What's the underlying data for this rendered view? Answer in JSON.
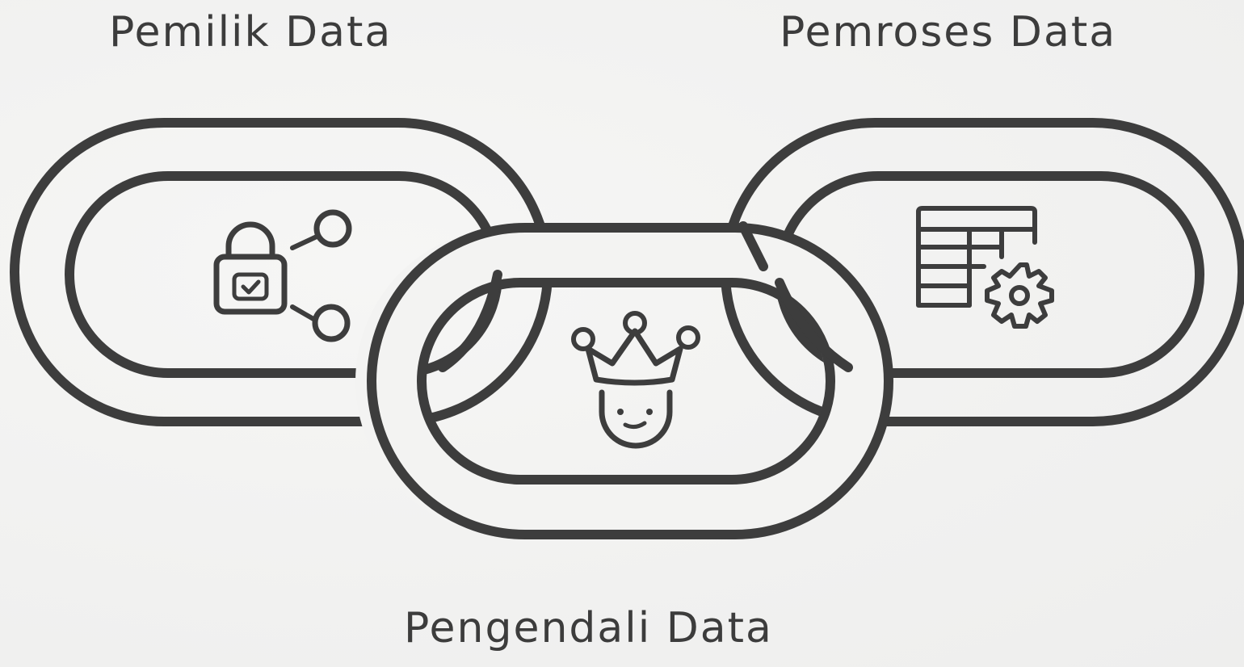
{
  "diagram": {
    "labels": {
      "owner": "Pemilik Data",
      "processor": "Pemroses Data",
      "controller": "Pengendali Data"
    },
    "icons": {
      "owner": "lock-share-icon",
      "processor": "table-gear-icon",
      "controller": "crowned-person-icon"
    },
    "colors": {
      "stroke": "#3d3d3d",
      "background": "#f3f3f2"
    }
  }
}
